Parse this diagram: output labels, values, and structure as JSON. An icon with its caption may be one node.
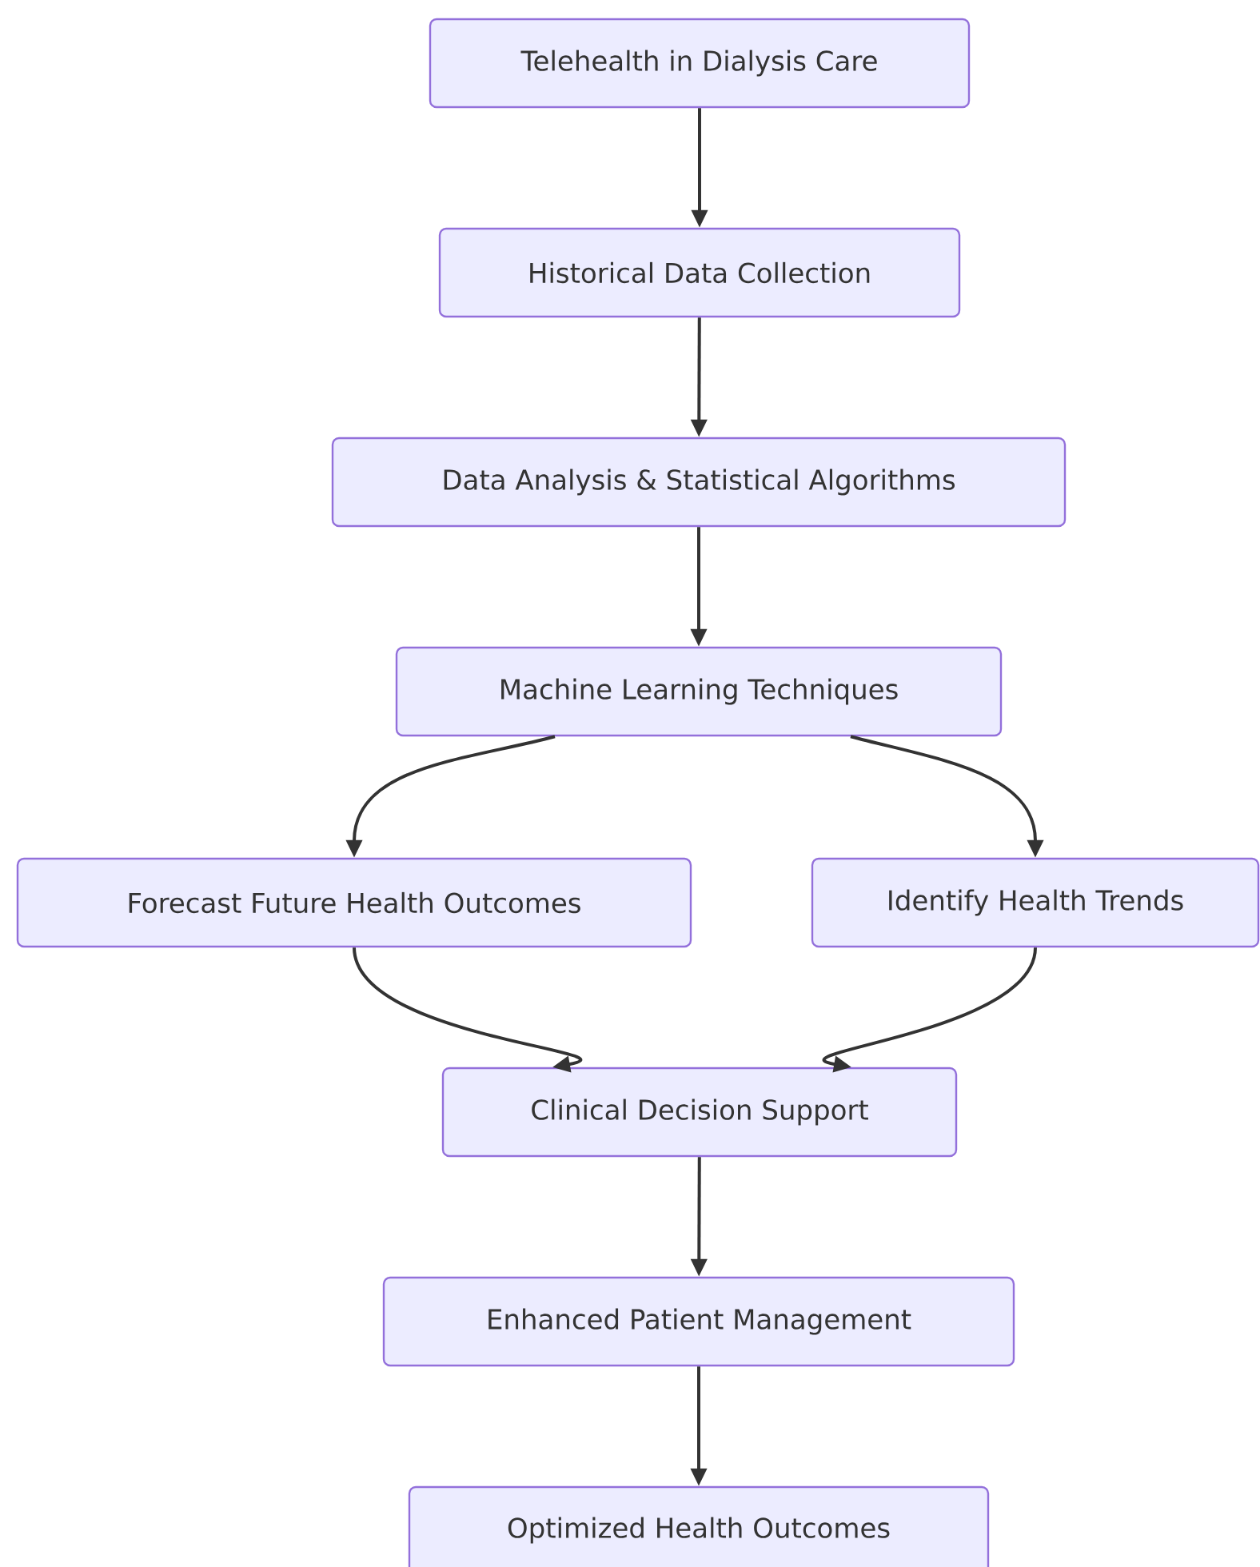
{
  "diagram": {
    "nodes": [
      {
        "text": [
          "Telehealth in Dialysis Care"
        ]
      },
      {
        "text": [
          "Historical Data Collection"
        ]
      },
      {
        "text": [
          "Data Analysis & Statistical Algorithms"
        ]
      },
      {
        "text": [
          "Machine Learning Techniques"
        ]
      },
      {
        "text": [
          "Forecast Future Health Outcomes"
        ]
      },
      {
        "text": [
          "Identify Health Trends"
        ]
      },
      {
        "text": [
          "Clinical Decision Support"
        ]
      },
      {
        "text": [
          "Enhanced Patient Management"
        ]
      },
      {
        "text": [
          "Optimized Health Outcomes"
        ]
      }
    ],
    "edges": [
      {
        "from": 0,
        "to": 1,
        "arrow": "to"
      },
      {
        "from": 1,
        "to": 2,
        "arrow": "to"
      },
      {
        "from": 2,
        "to": 3,
        "arrow": "to"
      },
      {
        "from": 3,
        "to": 4,
        "arrow": "to"
      },
      {
        "from": 3,
        "to": 5,
        "arrow": "to"
      },
      {
        "from": 4,
        "to": 6,
        "arrow": "to"
      },
      {
        "from": 5,
        "to": 6,
        "arrow": "to"
      },
      {
        "from": 6,
        "to": 7,
        "arrow": "to"
      },
      {
        "from": 7,
        "to": 8,
        "arrow": "to"
      }
    ]
  }
}
